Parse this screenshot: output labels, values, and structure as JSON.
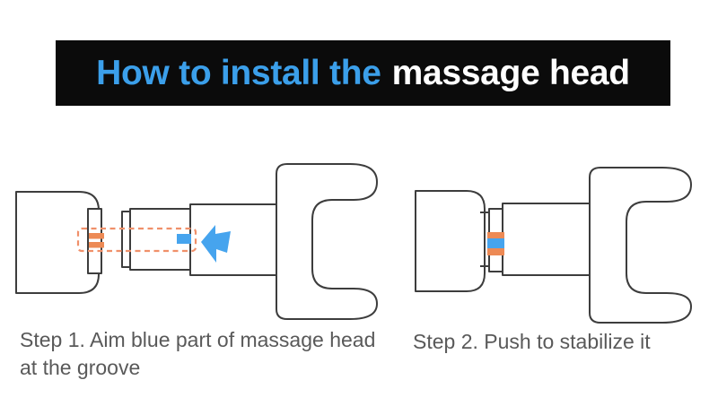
{
  "banner": {
    "highlight_text": "How to install the",
    "rest_text": "massage head",
    "background": "#0b0b0b",
    "highlight_color": "#3B9FEA",
    "rest_color": "#ffffff"
  },
  "steps": [
    {
      "label": "Step 1. Aim blue part of massage head at the groove"
    },
    {
      "label": "Step 2. Push to stabilize it"
    }
  ],
  "colors": {
    "accent_blue": "#46A4EE",
    "highlight_orange": "#ED8A55",
    "dashed_orange": "#F0906A",
    "outline_gray": "#3d3d3d",
    "step_text_gray": "#595959"
  },
  "icons": [
    "left-block-arrow-icon",
    "groove-highlight-dashed-box",
    "fork-massage-head"
  ]
}
